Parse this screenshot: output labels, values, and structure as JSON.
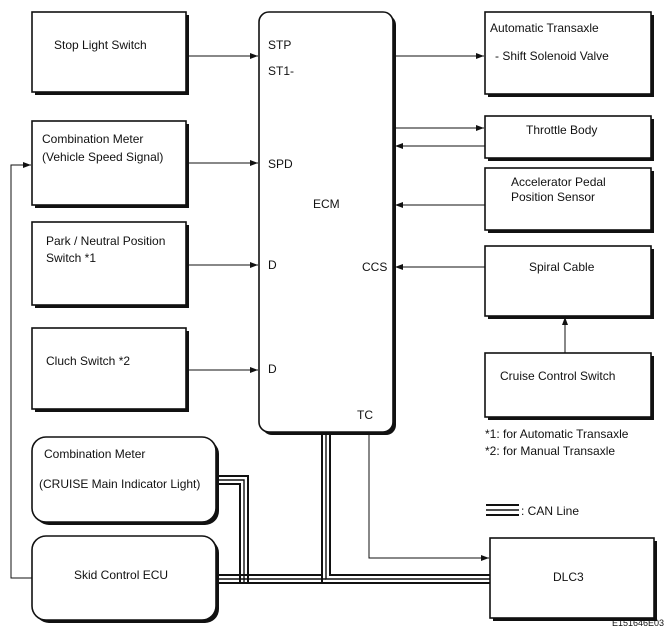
{
  "boxes": {
    "stop_light_switch": [
      "Stop Light Switch"
    ],
    "combination_meter_speed": [
      "Combination Meter",
      "(Vehicle Speed Signal)"
    ],
    "park_neutral_switch": [
      "Park / Neutral Position",
      "Switch *1"
    ],
    "clutch_switch": [
      "Cluch Switch *2"
    ],
    "combination_meter_cruise": [
      "Combination Meter",
      "(CRUISE Main Indicator Light)"
    ],
    "skid_control_ecu": [
      "Skid Control ECU"
    ],
    "ecm": [
      "ECM"
    ],
    "automatic_transaxle": [
      "Automatic Transaxle",
      "- Shift Solenoid Valve"
    ],
    "throttle_body": [
      "Throttle Body"
    ],
    "accelerator_pedal_sensor": [
      "Accelerator Pedal",
      "Position Sensor"
    ],
    "spiral_cable": [
      "Spiral Cable"
    ],
    "cruise_control_switch": [
      "Cruise Control Switch"
    ],
    "dlc3": [
      "DLC3"
    ]
  },
  "ecm_terminals": {
    "stp": "STP",
    "st1": "ST1-",
    "spd": "SPD",
    "d1": "D",
    "d2": "D",
    "ccs": "CCS",
    "tc": "TC"
  },
  "notes": [
    "*1: for Automatic Transaxle",
    "*2: for Manual Transaxle"
  ],
  "legend": {
    "can_line": ": CAN Line"
  },
  "figure_code": "E151646E03"
}
